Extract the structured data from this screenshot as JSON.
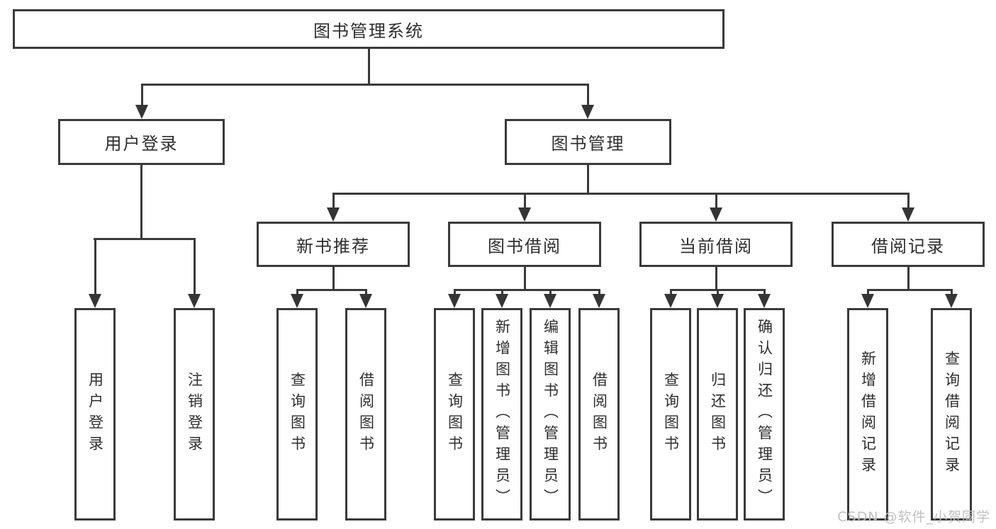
{
  "diagram": {
    "root": "图书管理系统",
    "branches": [
      "用户登录",
      "图书管理"
    ],
    "sections": [
      "新书推荐",
      "图书借阅",
      "当前借阅",
      "借阅记录"
    ],
    "leaves": [
      "用户登录",
      "注销登录",
      "查询图书",
      "借阅图书",
      "查询图书",
      "新增图书（管理员）",
      "编辑图书（管理员）",
      "借阅图书",
      "查询图书",
      "归还图书",
      "确认归还（管理员）",
      "新增借阅记录",
      "查询借阅记录"
    ]
  },
  "watermark": {
    "text": "CSDN @软件_小贺同学"
  },
  "colors": {
    "line": "#3a3a3a",
    "text": "#2e2e2e",
    "watermark": "#c0c0c0",
    "background": "#ffffff"
  }
}
